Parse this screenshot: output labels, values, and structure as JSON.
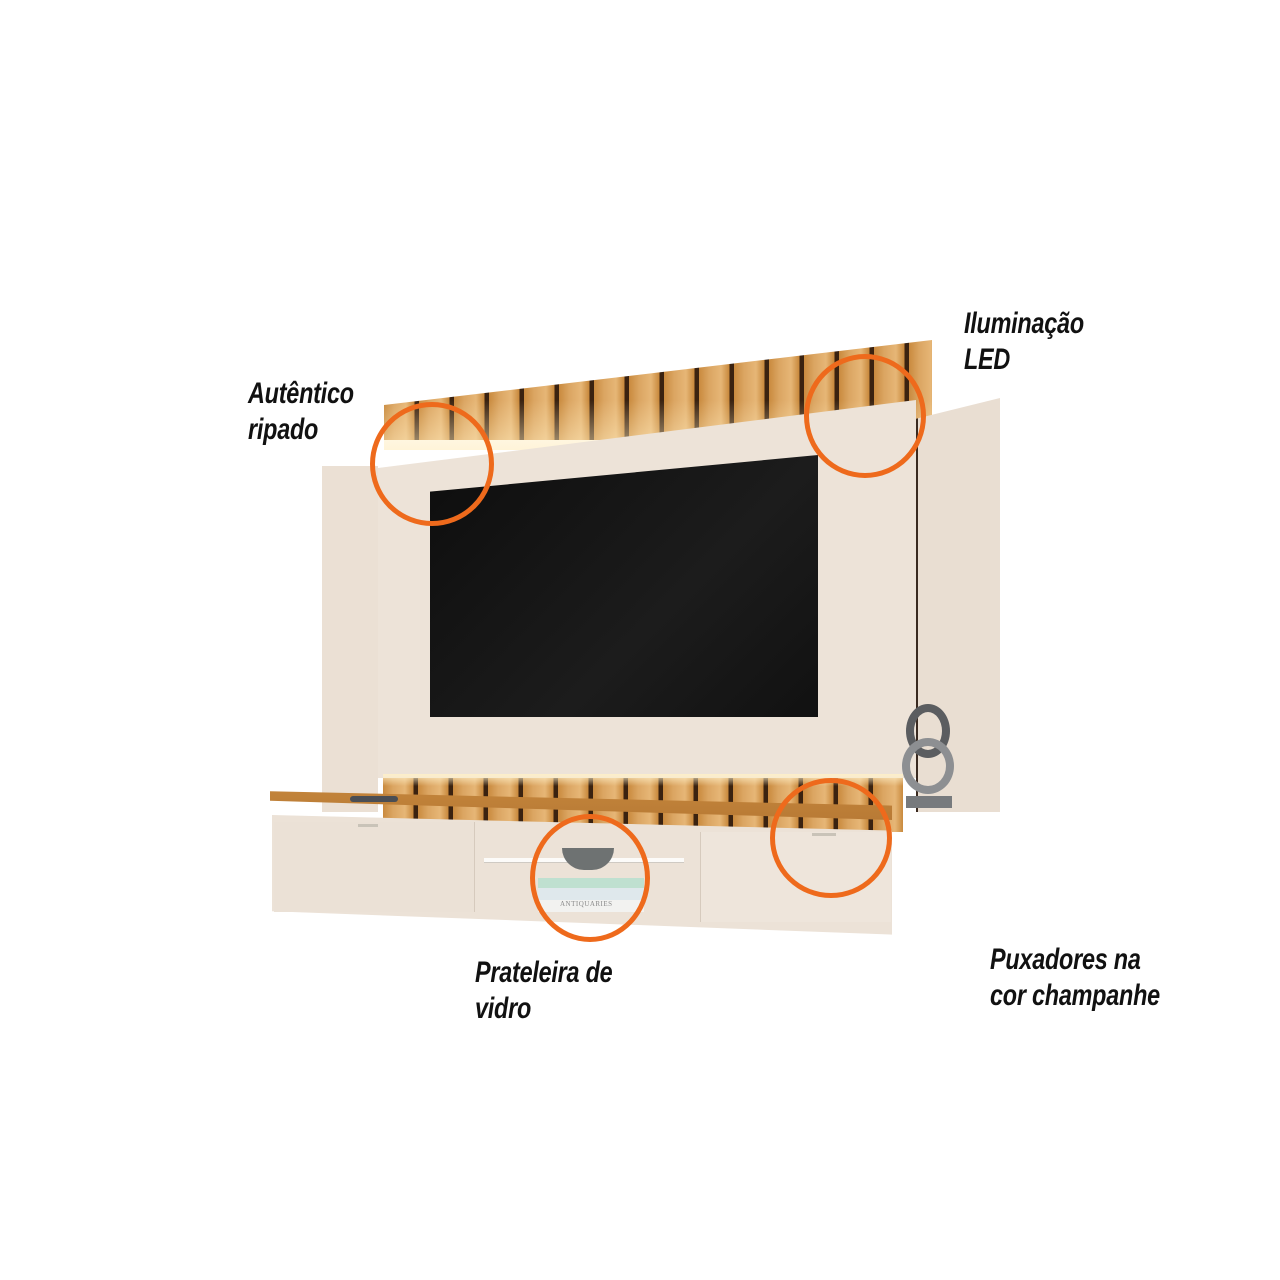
{
  "product": {
    "description": "TV panel with wooden slats, LED lighting, drawers and glass shelf",
    "colors": {
      "highlight_circle": "#ee6a1c",
      "panel": "#ece2d6",
      "wood": "#d39a52",
      "tv_screen": "#141414",
      "text": "#111111"
    }
  },
  "callouts": [
    {
      "id": "slatted",
      "line1": "Autêntico",
      "line2": "ripado"
    },
    {
      "id": "led",
      "line1": "Iluminação",
      "line2": "LED"
    },
    {
      "id": "glass_shelf",
      "line1": "Prateleira de",
      "line2": "vidro"
    },
    {
      "id": "handles",
      "line1": "Puxadores na",
      "line2": "cor champanhe"
    }
  ],
  "decor": {
    "book_spine_text": "ANTIQUARIES"
  }
}
